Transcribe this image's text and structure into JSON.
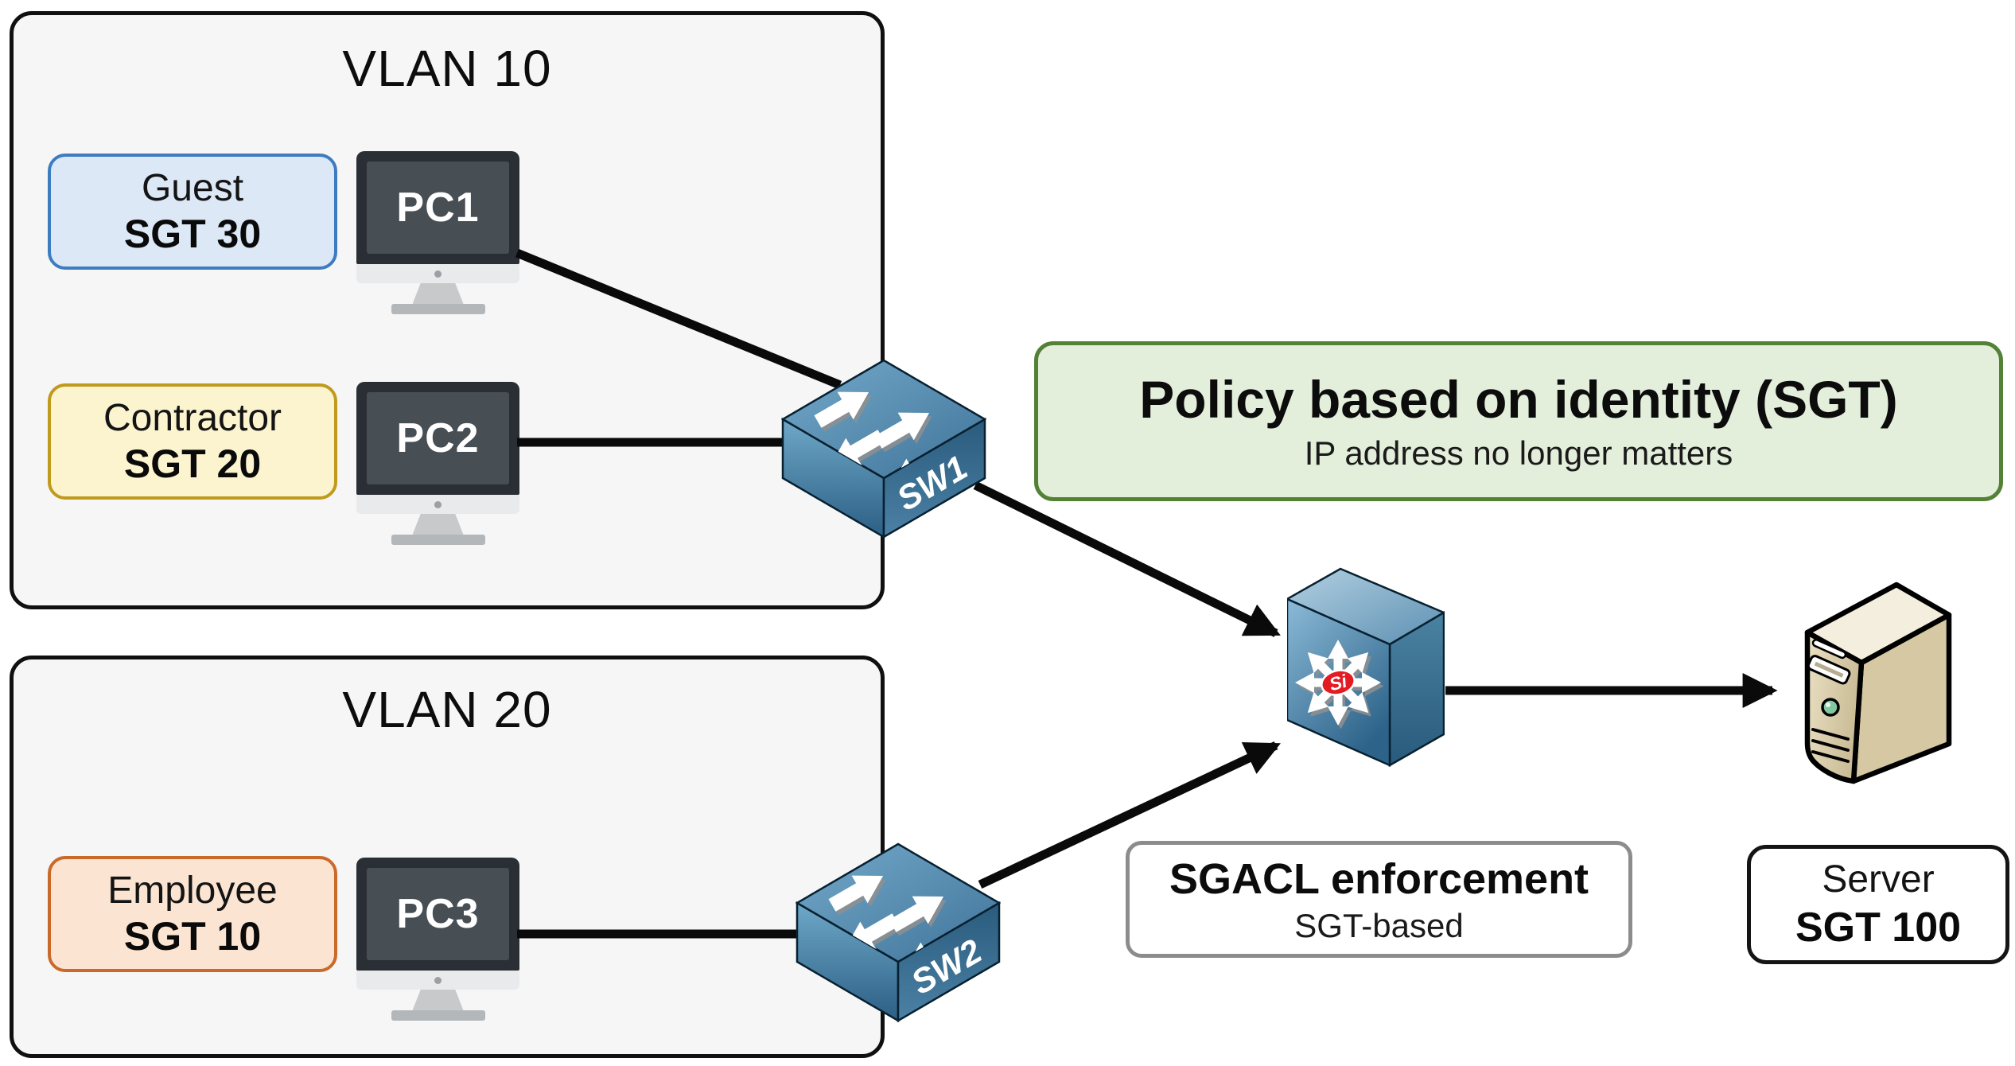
{
  "vlan10": {
    "title": "VLAN 10",
    "endpoints": [
      {
        "role": "Guest",
        "sgt": "SGT 30",
        "pc": "PC1"
      },
      {
        "role": "Contractor",
        "sgt": "SGT 20",
        "pc": "PC2"
      }
    ]
  },
  "vlan20": {
    "title": "VLAN 20",
    "endpoints": [
      {
        "role": "Employee",
        "sgt": "SGT 10",
        "pc": "PC3"
      }
    ]
  },
  "devices": {
    "sw1": {
      "label": "SW1"
    },
    "sw2": {
      "label": "SW2"
    },
    "core": {
      "badge": "Si"
    },
    "server": {
      "name": "Server",
      "sgt": "SGT 100"
    }
  },
  "notes": {
    "policy": {
      "title": "Policy based on identity (SGT)",
      "subtitle": "IP address no longer matters"
    },
    "enforcement": {
      "title": "SGACL enforcement",
      "subtitle": "SGT-based"
    }
  },
  "colors": {
    "vlan_fill": "#f6f6f6",
    "vlan_border": "#101010",
    "guest_fill": "#dce8f6",
    "guest_border": "#3d7cc0",
    "contractor_fill": "#fcf4cf",
    "contractor_border": "#bf9a1c",
    "employee_fill": "#fbe5d2",
    "employee_border": "#c96a2a",
    "policy_fill": "#e3efdb",
    "policy_border": "#538135",
    "enforcement_border": "#8c8c8c",
    "server_label_border": "#141414",
    "connector": "#0a0a0a",
    "si_badge": "#e31b23",
    "switch_blue": "#3c7193",
    "server_beige": "#d5c8a3"
  }
}
